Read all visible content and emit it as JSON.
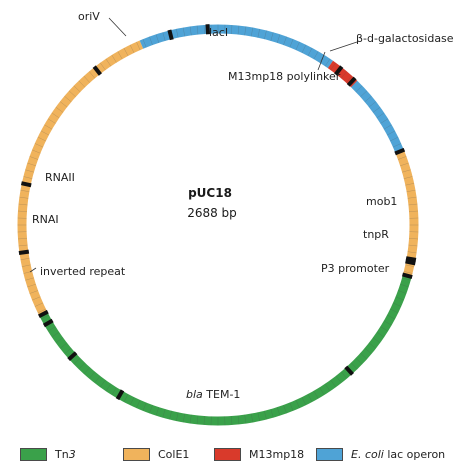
{
  "plasmid": {
    "name": "pUC18",
    "size_text": "2688 bp",
    "size_bp": 2688
  },
  "colors": {
    "tn3": "#3aa14a",
    "cole1": "#f0b35c",
    "m13mp18": "#d93a2b",
    "lac": "#4fa3d6",
    "marker": "#111111",
    "tick": "#4a4a4a"
  },
  "segments": [
    {
      "name": "lac-operon",
      "category": "lac",
      "start_deg": 0,
      "end_deg": 35
    },
    {
      "name": "m13mp18",
      "category": "m13mp18",
      "start_deg": 35,
      "end_deg": 44
    },
    {
      "name": "lac-operon-2",
      "category": "lac",
      "start_deg": 44,
      "end_deg": 68
    },
    {
      "name": "cole1-right",
      "category": "cole1",
      "start_deg": 68,
      "end_deg": 105
    },
    {
      "name": "tn3-main",
      "category": "tn3",
      "start_deg": 105,
      "end_deg": 243
    },
    {
      "name": "cole1-left",
      "category": "cole1",
      "start_deg": 243,
      "end_deg": 337
    },
    {
      "name": "lac-operon-top",
      "category": "lac",
      "start_deg": 337,
      "end_deg": 360
    }
  ],
  "markers_deg": [
    346,
    357,
    38,
    43,
    68,
    100,
    101,
    105,
    138,
    210,
    228,
    240,
    243,
    262,
    282,
    322
  ],
  "labels": [
    {
      "key": "oriV",
      "text": "oriV"
    },
    {
      "key": "lacI",
      "text": "lacI"
    },
    {
      "key": "beta_gal",
      "text": "β-d-galactosidase"
    },
    {
      "key": "polylinker",
      "text": "M13mp18 polylinker"
    },
    {
      "key": "rnaII",
      "text": "RNAII"
    },
    {
      "key": "rnaI",
      "text": "RNAI"
    },
    {
      "key": "mob1",
      "text": "mob1"
    },
    {
      "key": "tnpR",
      "text": "tnpR"
    },
    {
      "key": "inverted_repeat",
      "text": "inverted repeat"
    },
    {
      "key": "p3_promoter",
      "text": "P3 promoter"
    },
    {
      "key": "bla",
      "text_italic": "bla",
      "text_rest": " TEM-1"
    }
  ],
  "legend": [
    {
      "key": "tn3",
      "category": "tn3",
      "text": "Tn3",
      "italic_part": "3"
    },
    {
      "key": "cole1",
      "category": "cole1",
      "text": "ColE1"
    },
    {
      "key": "m13mp18",
      "category": "m13mp18",
      "text": "M13mp18"
    },
    {
      "key": "lac",
      "category": "lac",
      "text_italic": "E. coli",
      "text_rest": " lac operon"
    }
  ]
}
